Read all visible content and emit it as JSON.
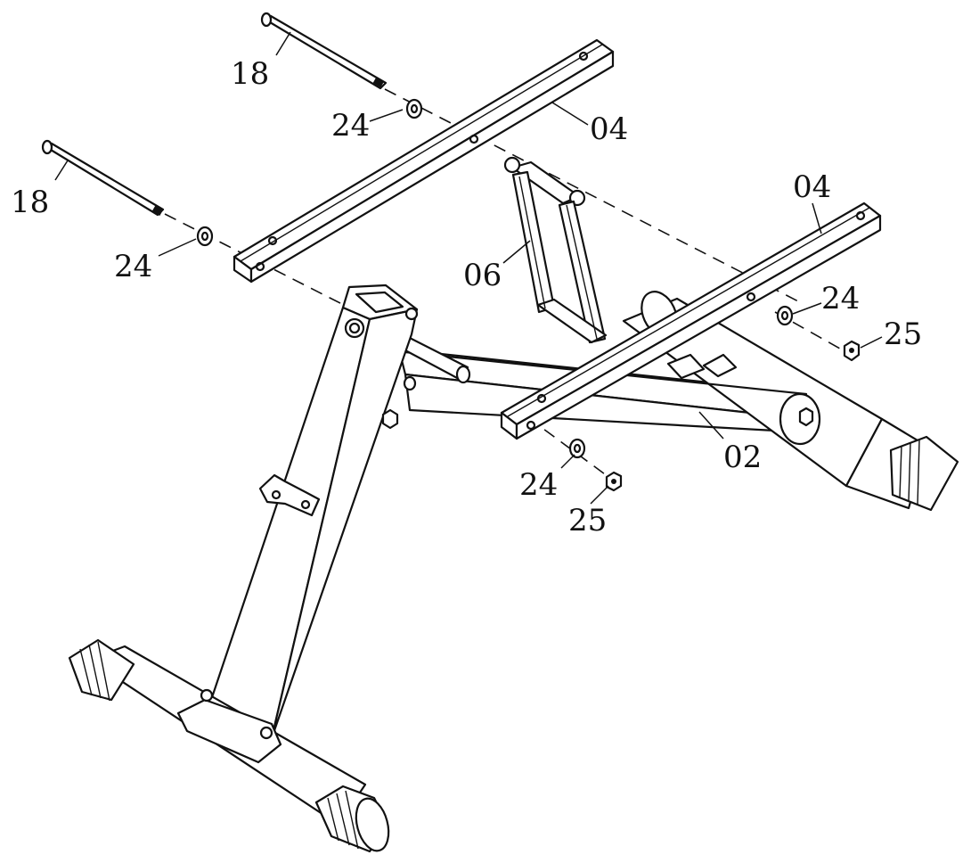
{
  "callouts": {
    "pin_upper": "18",
    "pin_lower": "18",
    "washer_upper": "24",
    "washer_left": "24",
    "washer_right": "24",
    "washer_bottom": "24",
    "crossbar_upper": "04",
    "crossbar_right": "04",
    "bracket": "06",
    "base_frame": "02",
    "nut_right": "25",
    "nut_bottom": "25"
  }
}
